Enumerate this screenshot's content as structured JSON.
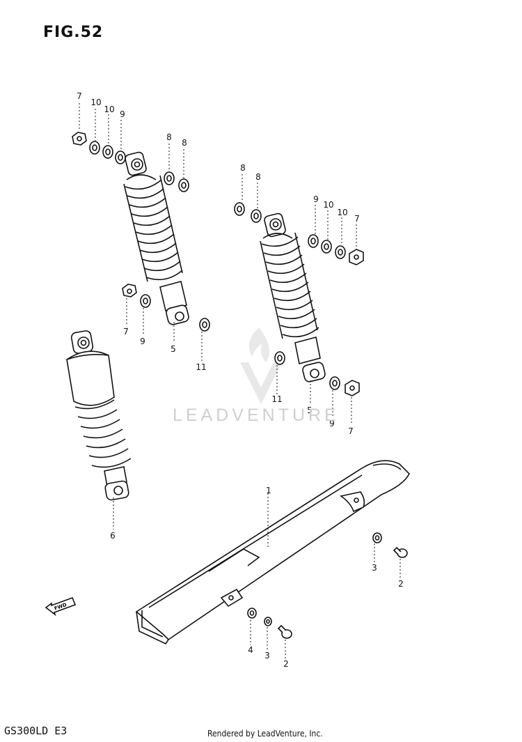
{
  "figure": {
    "title": "FIG.52"
  },
  "footer": {
    "model": "GS300LD E3",
    "credit": "Rendered by LeadVenture, Inc."
  },
  "watermark": {
    "text": "LEADVENTURE"
  },
  "fwd_mark": {
    "text": "FWD"
  },
  "callouts": [
    {
      "id": "c1",
      "label": "7"
    },
    {
      "id": "c2",
      "label": "10"
    },
    {
      "id": "c3",
      "label": "10"
    },
    {
      "id": "c4",
      "label": "9"
    },
    {
      "id": "c5",
      "label": "8"
    },
    {
      "id": "c6",
      "label": "8"
    },
    {
      "id": "c7",
      "label": "8"
    },
    {
      "id": "c8",
      "label": "8"
    },
    {
      "id": "c9",
      "label": "9"
    },
    {
      "id": "c10",
      "label": "10"
    },
    {
      "id": "c11",
      "label": "10"
    },
    {
      "id": "c12",
      "label": "7"
    },
    {
      "id": "c13",
      "label": "7"
    },
    {
      "id": "c14",
      "label": "9"
    },
    {
      "id": "c15",
      "label": "5"
    },
    {
      "id": "c16",
      "label": "11"
    },
    {
      "id": "c17",
      "label": "11"
    },
    {
      "id": "c18",
      "label": "5"
    },
    {
      "id": "c19",
      "label": "9"
    },
    {
      "id": "c20",
      "label": "7"
    },
    {
      "id": "c21",
      "label": "6"
    },
    {
      "id": "c22",
      "label": "1"
    },
    {
      "id": "c23",
      "label": "3"
    },
    {
      "id": "c24",
      "label": "2"
    },
    {
      "id": "c25",
      "label": "4"
    },
    {
      "id": "c26",
      "label": "3"
    },
    {
      "id": "c27",
      "label": "2"
    }
  ]
}
